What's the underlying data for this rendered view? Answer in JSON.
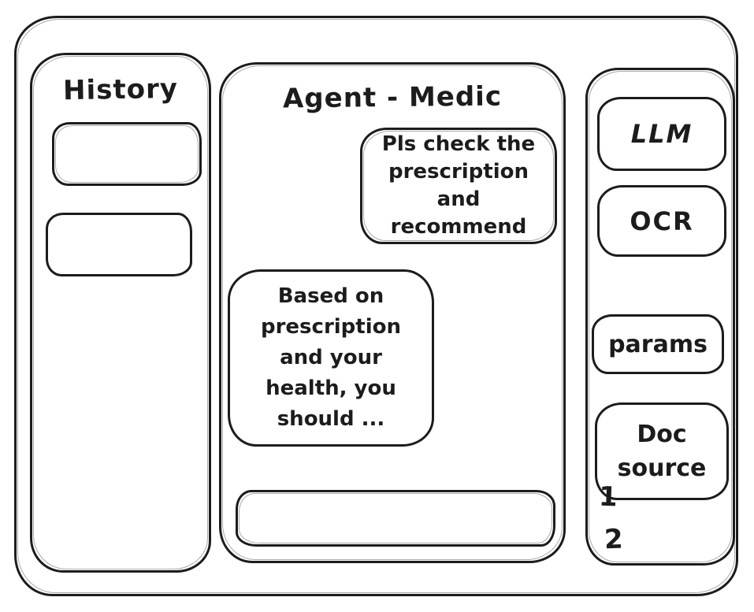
{
  "window": {
    "background": "#ffffff",
    "stroke_color": "#1c1c1c"
  },
  "history": {
    "title": "History",
    "item_count": 2
  },
  "chat": {
    "title": "Agent - Medic",
    "messages": [
      {
        "role": "user",
        "text": "Pls check the prescription and recommend"
      },
      {
        "role": "assistant",
        "text": "Based on prescription and your health, you should ..."
      }
    ],
    "input": {
      "value": ""
    }
  },
  "tools": {
    "buttons": [
      {
        "label": "LLM"
      },
      {
        "label": "OCR"
      },
      {
        "label": "params"
      },
      {
        "label": "Doc source"
      }
    ],
    "doc_source_items": [
      "1",
      "2"
    ]
  }
}
